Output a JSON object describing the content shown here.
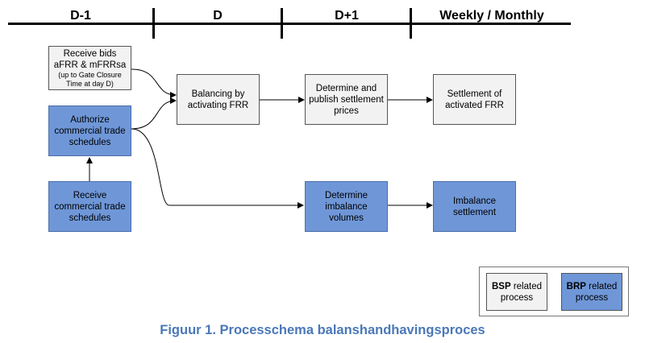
{
  "timeline": {
    "phases": [
      "D-1",
      "D",
      "D+1",
      "Weekly / Monthly"
    ]
  },
  "nodes": {
    "receive_bids": {
      "text": "Receive bids\naFRR & mFRRsa",
      "note": "(up to Gate Closure Time at day D)",
      "category": "BSP"
    },
    "authorize": {
      "text": "Authorize\ncommercial trade\nschedules",
      "category": "BRP"
    },
    "receive_schedules": {
      "text": "Receive\ncommercial trade\nschedules",
      "category": "BRP"
    },
    "balancing": {
      "text": "Balancing by\nactivating FRR",
      "category": "BSP"
    },
    "determine_prices": {
      "text": "Determine and\npublish settlement\nprices",
      "category": "BSP"
    },
    "settlement_frr": {
      "text": "Settlement of\nactivated FRR",
      "category": "BSP"
    },
    "imbalance_volumes": {
      "text": "Determine\nimbalance\nvolumes",
      "category": "BRP"
    },
    "imbalance_settlement": {
      "text": "Imbalance\nsettlement",
      "category": "BRP"
    }
  },
  "edges": [
    [
      "receive_bids",
      "balancing"
    ],
    [
      "authorize",
      "balancing"
    ],
    [
      "authorize",
      "imbalance_volumes"
    ],
    [
      "receive_schedules",
      "authorize"
    ],
    [
      "balancing",
      "determine_prices"
    ],
    [
      "determine_prices",
      "settlement_frr"
    ],
    [
      "imbalance_volumes",
      "imbalance_settlement"
    ]
  ],
  "legend": {
    "bsp": {
      "bold": "BSP",
      "rest": " related\nprocess"
    },
    "brp": {
      "bold": "BRP",
      "rest": " related\nprocess"
    }
  },
  "colors": {
    "bsp_fill": "#f2f2f2",
    "brp_fill": "#6f97d8",
    "caption": "#4a78b8"
  },
  "caption": "Figuur 1. Processchema balanshandhavingsproces"
}
